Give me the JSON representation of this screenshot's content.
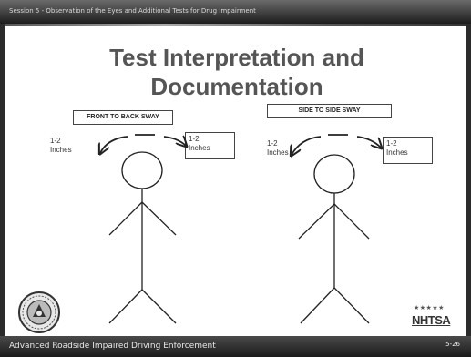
{
  "header": {
    "session_text": "Session 5 - Observation of the Eyes and Additional Tests for Drug Impairment"
  },
  "slide": {
    "title_line1": "Test Interpretation and",
    "title_line2": "Documentation",
    "left_panel": {
      "heading": "FRONT TO BACK SWAY",
      "left_label_line1": "1-2",
      "left_label_line2": "Inches",
      "right_label_line1": "1-2",
      "right_label_line2": "Inches"
    },
    "right_panel": {
      "heading": "SIDE TO SIDE SWAY",
      "left_label_line1": "1-2",
      "left_label_line2": "Inches",
      "right_label_line1": "1-2",
      "right_label_line2": "Inches"
    }
  },
  "footer": {
    "program": "Advanced Roadside Impaired Driving Enforcement",
    "slide_number": "5-26"
  },
  "logos": {
    "nhtsa_text": "NHTSA"
  },
  "colors": {
    "bar_dark": "#1c1c1c",
    "title_gray": "#555555",
    "line_color": "#222222"
  }
}
